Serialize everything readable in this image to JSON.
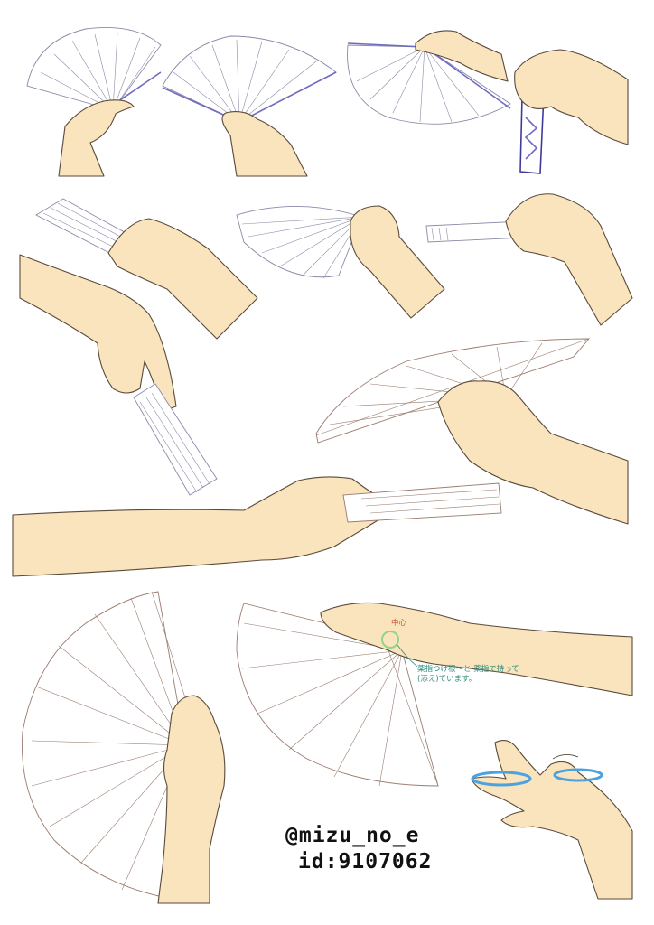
{
  "credit": {
    "handle": "@mizu_no_e",
    "id": "id:9107062"
  },
  "annotation": {
    "center_label": "中心",
    "note": "薬指つけ根〜と 薬指で持って(添え)ています。"
  },
  "colors": {
    "skin": "#f9e4bd",
    "outline": "#5a4a3a",
    "fan_line": "#8a8aa8",
    "fan_rib_violet": "#6f6ac2",
    "fan_brown": "#9a7b6e",
    "accent_circle": "#8fd58a",
    "glasses": "#4aa3e0"
  }
}
